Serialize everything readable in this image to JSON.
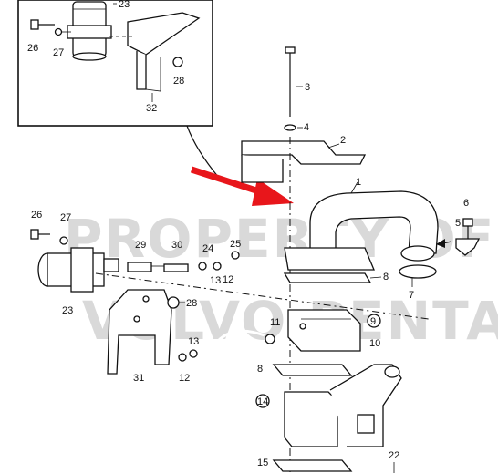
{
  "watermark": {
    "line1": "PROPERTY OF",
    "line2": "VOLVO PENTA"
  },
  "callouts": {
    "inset_23": "23",
    "inset_26": "26",
    "inset_27": "27",
    "inset_28": "28",
    "inset_32": "32",
    "p1": "1",
    "p2": "2",
    "p3": "3",
    "p4": "4",
    "p5": "5",
    "p6": "6",
    "p7": "7",
    "p8a": "8",
    "p8b": "8",
    "p9": "9",
    "p10": "10",
    "p11": "11",
    "p12a": "12",
    "p12b": "12",
    "p13a": "13",
    "p13b": "13",
    "p14": "14",
    "p15": "15",
    "p22": "22",
    "p23": "23",
    "p24": "24",
    "p25": "25",
    "p26": "26",
    "p27": "27",
    "p28": "28",
    "p29": "29",
    "p30": "30",
    "p31": "31"
  },
  "colors": {
    "arrow": "#e8161b",
    "ink": "#111111",
    "watermark": "#d9d9d9"
  }
}
